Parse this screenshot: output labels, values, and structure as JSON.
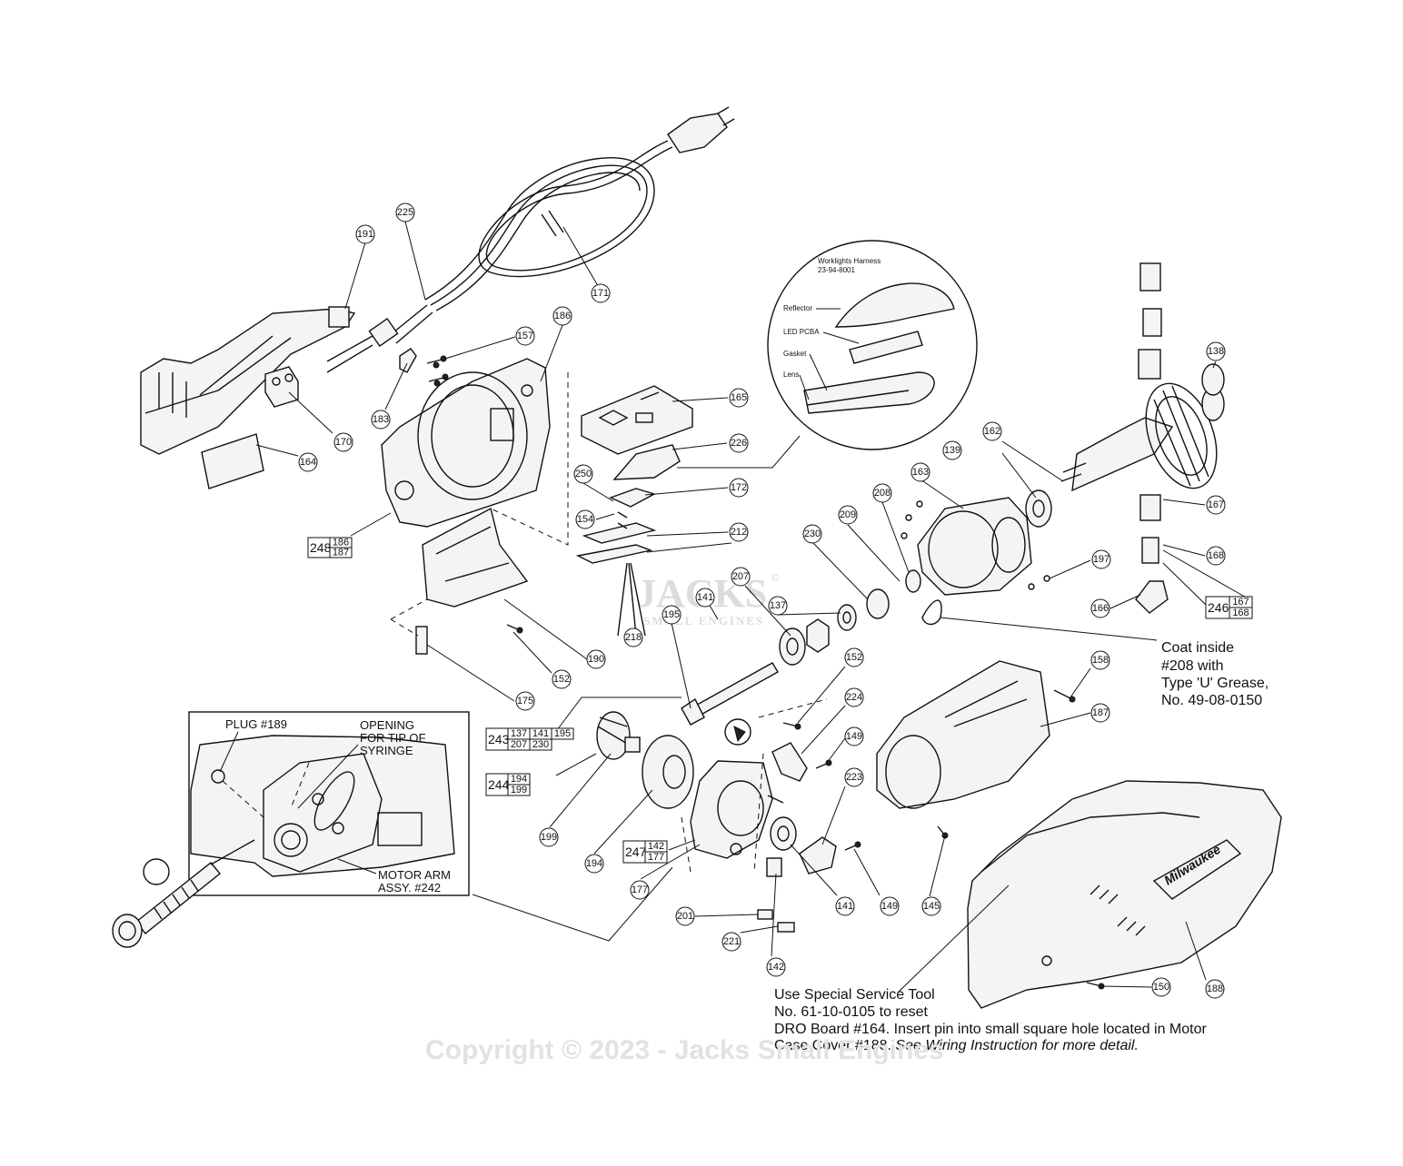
{
  "callouts": [
    {
      "id": "225",
      "label": "225"
    },
    {
      "id": "191",
      "label": "191"
    },
    {
      "id": "171",
      "label": "171"
    },
    {
      "id": "157",
      "label": "157"
    },
    {
      "id": "186",
      "label": "186"
    },
    {
      "id": "170",
      "label": "170"
    },
    {
      "id": "183",
      "label": "183"
    },
    {
      "id": "164",
      "label": "164"
    },
    {
      "id": "165",
      "label": "165"
    },
    {
      "id": "226",
      "label": "226"
    },
    {
      "id": "250",
      "label": "250"
    },
    {
      "id": "172",
      "label": "172"
    },
    {
      "id": "154",
      "label": "154"
    },
    {
      "id": "212",
      "label": "212"
    },
    {
      "id": "218",
      "label": "218"
    },
    {
      "id": "141a",
      "label": "141"
    },
    {
      "id": "195",
      "label": "195"
    },
    {
      "id": "207",
      "label": "207"
    },
    {
      "id": "137",
      "label": "137"
    },
    {
      "id": "230",
      "label": "230"
    },
    {
      "id": "209",
      "label": "209"
    },
    {
      "id": "208",
      "label": "208"
    },
    {
      "id": "163",
      "label": "163"
    },
    {
      "id": "139",
      "label": "139"
    },
    {
      "id": "162",
      "label": "162"
    },
    {
      "id": "138",
      "label": "138"
    },
    {
      "id": "167",
      "label": "167"
    },
    {
      "id": "168",
      "label": "168"
    },
    {
      "id": "197",
      "label": "197"
    },
    {
      "id": "166",
      "label": "166"
    },
    {
      "id": "190",
      "label": "190"
    },
    {
      "id": "152a",
      "label": "152"
    },
    {
      "id": "175",
      "label": "175"
    },
    {
      "id": "152b",
      "label": "152"
    },
    {
      "id": "224",
      "label": "224"
    },
    {
      "id": "149a",
      "label": "149"
    },
    {
      "id": "158",
      "label": "158"
    },
    {
      "id": "187",
      "label": "187"
    },
    {
      "id": "223",
      "label": "223"
    },
    {
      "id": "199",
      "label": "199"
    },
    {
      "id": "194",
      "label": "194"
    },
    {
      "id": "177",
      "label": "177"
    },
    {
      "id": "141b",
      "label": "141"
    },
    {
      "id": "149b",
      "label": "149"
    },
    {
      "id": "145",
      "label": "145"
    },
    {
      "id": "201",
      "label": "201"
    },
    {
      "id": "221",
      "label": "221"
    },
    {
      "id": "142",
      "label": "142"
    },
    {
      "id": "150",
      "label": "150"
    },
    {
      "id": "188",
      "label": "188"
    }
  ],
  "kit_boxes": [
    {
      "id": "248",
      "main": "248",
      "subs": [
        "186",
        "187"
      ]
    },
    {
      "id": "243",
      "main": "243",
      "subs": [
        "137",
        "141",
        "195",
        "207",
        "230"
      ]
    },
    {
      "id": "244",
      "main": "244",
      "subs": [
        "194",
        "199"
      ]
    },
    {
      "id": "247",
      "main": "247",
      "subs": [
        "142",
        "177"
      ]
    },
    {
      "id": "246",
      "main": "246",
      "subs": [
        "167",
        "168"
      ]
    }
  ],
  "worklight_labels": {
    "harness_line1": "Worklights Harness",
    "harness_line2": "23-94-8001",
    "reflector": "Reflector",
    "led_pcba": "LED PCBA",
    "gasket": "Gasket",
    "lens": "Lens"
  },
  "grease_note": {
    "line1": "Coat inside",
    "line2": "#208 with",
    "line3": "Type 'U' Grease,",
    "line4": "No. 49-08-0150"
  },
  "inset": {
    "plug": "PLUG #189",
    "opening_line1": "OPENING",
    "opening_line2": "FOR TIP OF",
    "opening_line3": "SYRINGE",
    "motor_line1": "MOTOR ARM",
    "motor_line2": "ASSY. #242"
  },
  "service_note": {
    "line1": "Use Special Service Tool",
    "line2": "No. 61-10-0105 to reset",
    "line3": "DRO Board #164. Insert pin into small square hole located in Motor",
    "line4_normal": "Case Cover #188. ",
    "line4_italic": "See Wiring Instruction for more detail."
  },
  "watermark": {
    "copyright": "Copyright © 2023 - Jacks Small Engines",
    "logo_main": "JACKS",
    "logo_sub": "SMALL ENGINES",
    "logo_mark": "©"
  },
  "brand_logo": "Milwaukee"
}
